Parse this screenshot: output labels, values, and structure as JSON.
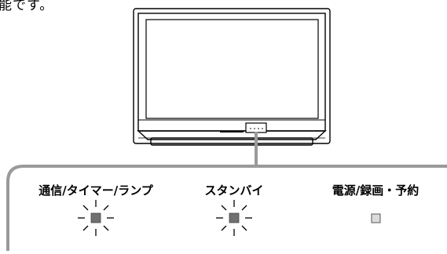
{
  "top_text": "能です。",
  "indicators": [
    {
      "label": "通信/タイマー/ランプ",
      "state": "blinking"
    },
    {
      "label": "スタンバイ",
      "state": "blinking"
    },
    {
      "label": "電源/録画・予約",
      "state": "off"
    }
  ],
  "colors": {
    "line": "#000000",
    "callout_border": "#9a9a9a",
    "lamp_fill": "#707070",
    "lamp_off_fill": "#dcdcdc"
  }
}
